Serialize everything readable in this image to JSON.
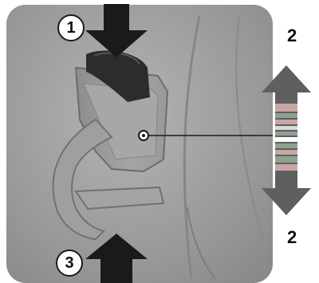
{
  "callouts": {
    "one": "1",
    "two_top": "2",
    "two_bottom": "2",
    "three": "3"
  },
  "colors": {
    "photo_bg": "#9a9a9a",
    "arrow_dark": "#1a1a1a",
    "arrow_gray": "#5f5f5f",
    "stripe_green": "#8ea38e",
    "stripe_pink": "#c9a6a6"
  }
}
